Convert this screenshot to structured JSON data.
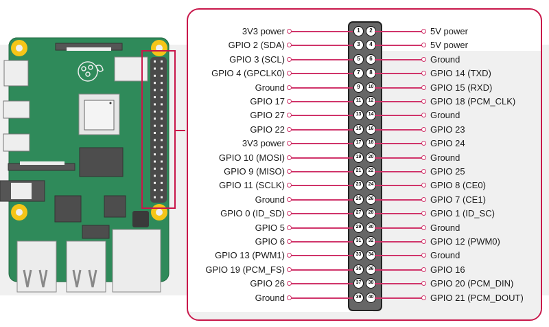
{
  "diagram": {
    "title": "Raspberry Pi GPIO pinout",
    "accent_color": "#c8174a",
    "board_color": "#2e8b57",
    "pins": [
      {
        "num": "1",
        "label": "3V3 power"
      },
      {
        "num": "2",
        "label": "5V power"
      },
      {
        "num": "3",
        "label": "GPIO 2 (SDA)"
      },
      {
        "num": "4",
        "label": "5V power"
      },
      {
        "num": "5",
        "label": "GPIO 3 (SCL)"
      },
      {
        "num": "6",
        "label": "Ground"
      },
      {
        "num": "7",
        "label": "GPIO 4 (GPCLK0)"
      },
      {
        "num": "8",
        "label": "GPIO 14 (TXD)"
      },
      {
        "num": "9",
        "label": "Ground"
      },
      {
        "num": "10",
        "label": "GPIO 15 (RXD)"
      },
      {
        "num": "11",
        "label": "GPIO 17"
      },
      {
        "num": "12",
        "label": "GPIO 18 (PCM_CLK)"
      },
      {
        "num": "13",
        "label": "GPIO 27"
      },
      {
        "num": "14",
        "label": "Ground"
      },
      {
        "num": "15",
        "label": "GPIO 22"
      },
      {
        "num": "16",
        "label": "GPIO 23"
      },
      {
        "num": "17",
        "label": "3V3 power"
      },
      {
        "num": "18",
        "label": "GPIO 24"
      },
      {
        "num": "19",
        "label": "GPIO 10 (MOSI)"
      },
      {
        "num": "20",
        "label": "Ground"
      },
      {
        "num": "21",
        "label": "GPIO 9 (MISO)"
      },
      {
        "num": "22",
        "label": "GPIO 25"
      },
      {
        "num": "23",
        "label": "GPIO 11 (SCLK)"
      },
      {
        "num": "24",
        "label": "GPIO 8 (CE0)"
      },
      {
        "num": "25",
        "label": "Ground"
      },
      {
        "num": "26",
        "label": "GPIO 7 (CE1)"
      },
      {
        "num": "27",
        "label": "GPIO 0 (ID_SD)"
      },
      {
        "num": "28",
        "label": "GPIO 1 (ID_SC)"
      },
      {
        "num": "29",
        "label": "GPIO 5"
      },
      {
        "num": "30",
        "label": "Ground"
      },
      {
        "num": "31",
        "label": "GPIO 6"
      },
      {
        "num": "32",
        "label": "GPIO 12 (PWM0)"
      },
      {
        "num": "33",
        "label": "GPIO 13 (PWM1)"
      },
      {
        "num": "34",
        "label": "Ground"
      },
      {
        "num": "35",
        "label": "GPIO 19 (PCM_FS)"
      },
      {
        "num": "36",
        "label": "GPIO 16"
      },
      {
        "num": "37",
        "label": "GPIO 26"
      },
      {
        "num": "38",
        "label": "GPIO 20 (PCM_DIN)"
      },
      {
        "num": "39",
        "label": "Ground"
      },
      {
        "num": "40",
        "label": "GPIO 21 (PCM_DOUT)"
      }
    ]
  }
}
